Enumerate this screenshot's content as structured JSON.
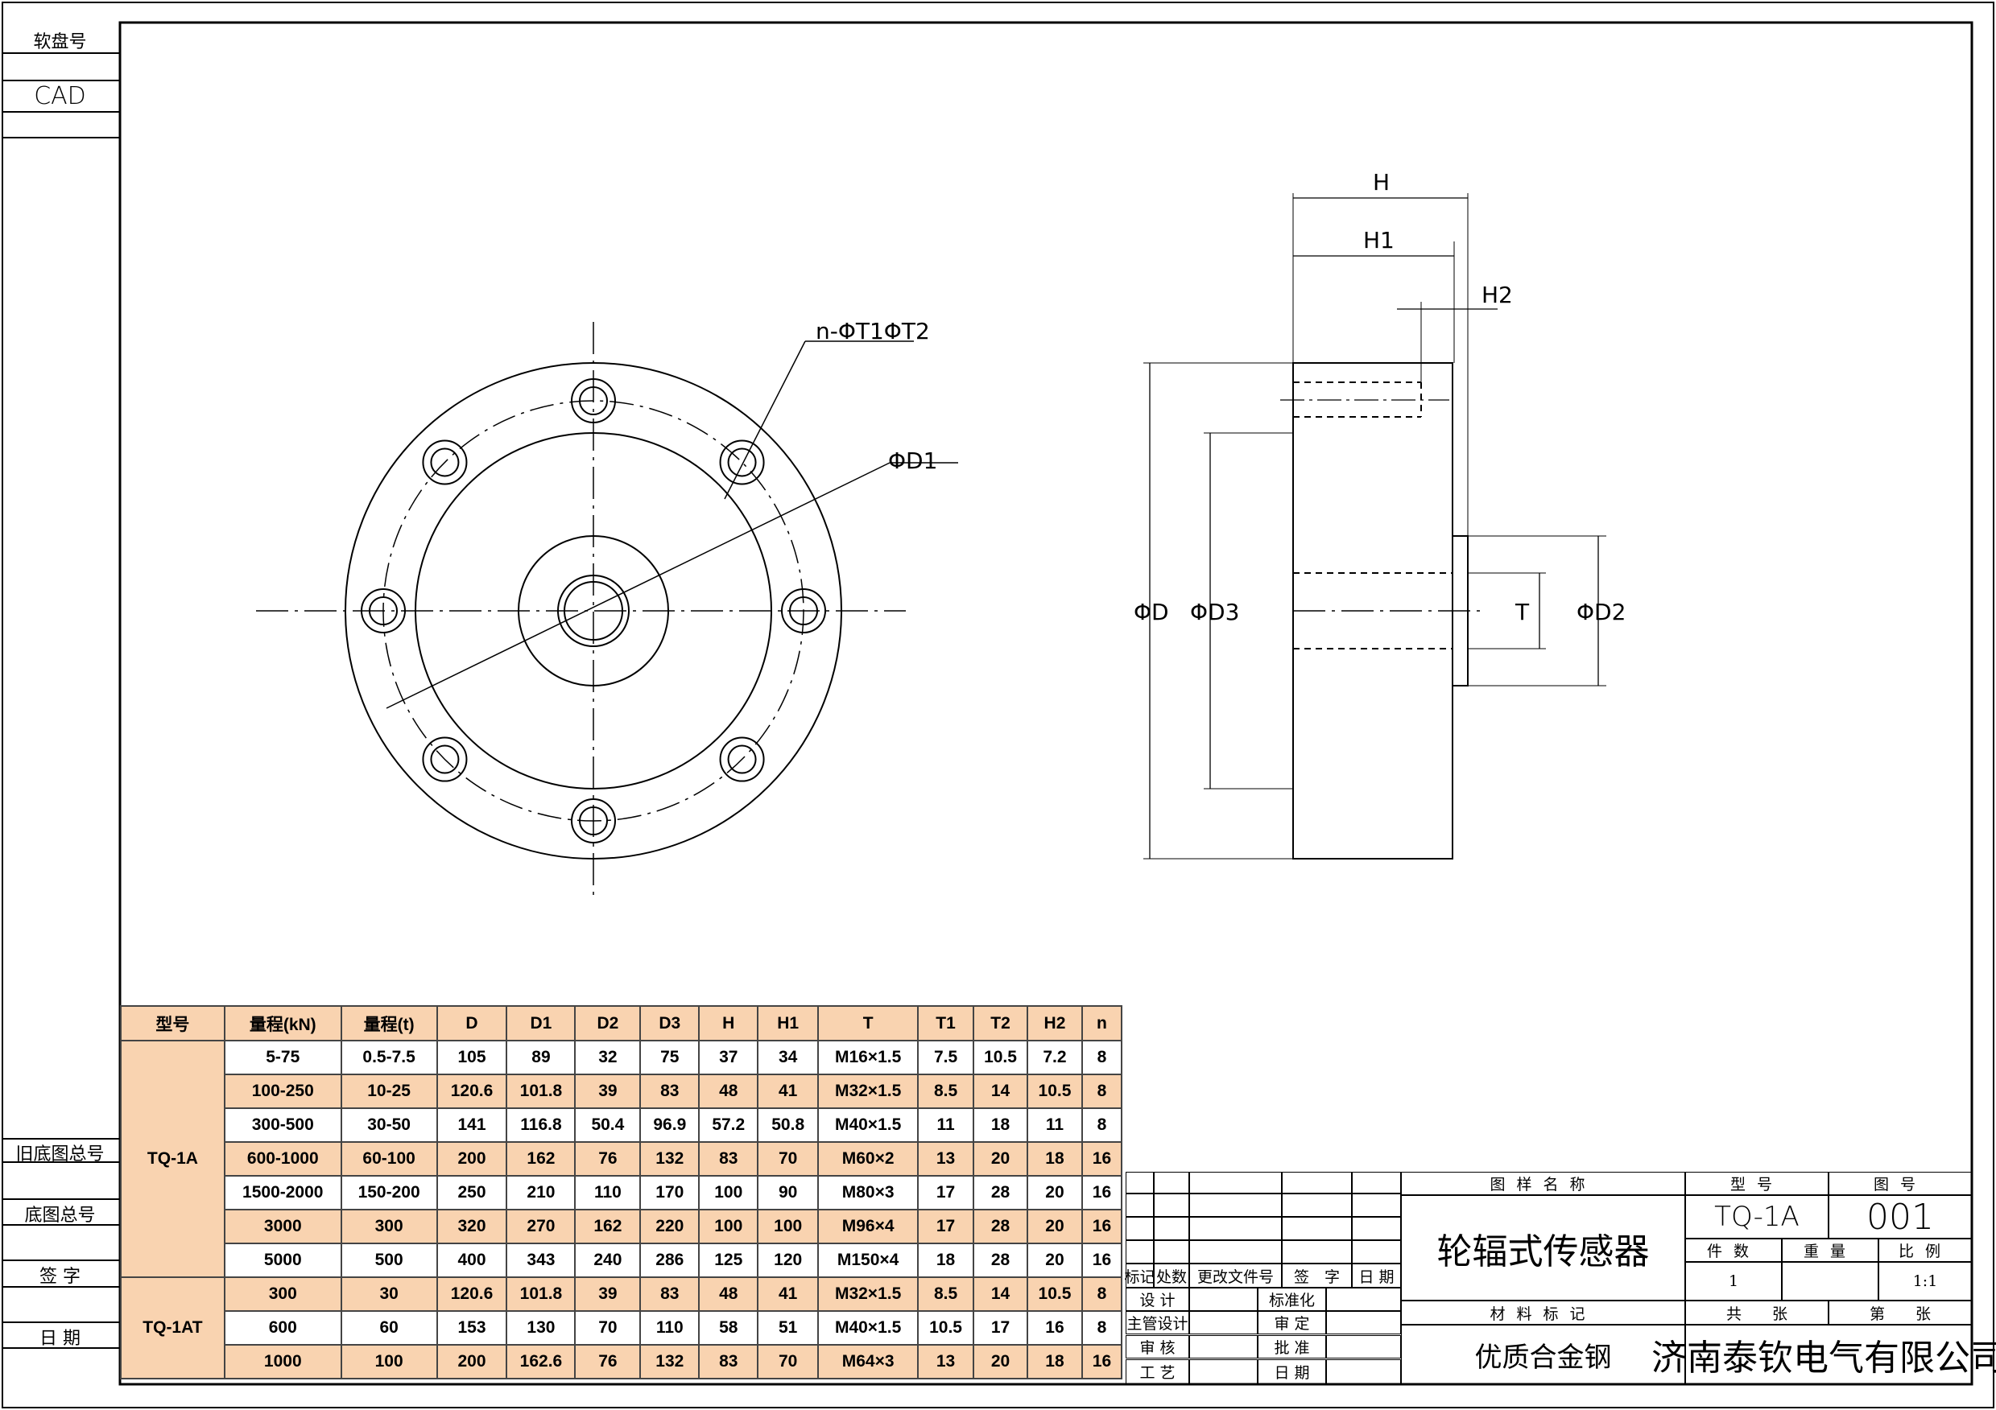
{
  "left_strip": {
    "disk_no": "软盘号",
    "cad": "CAD",
    "old_base_no": "旧底图总号",
    "base_no": "底图总号",
    "signature": "签 字",
    "date": "日 期"
  },
  "drawing": {
    "labels": {
      "holes": "n-ΦT1ΦT2",
      "d1": "ΦD1",
      "h": "H",
      "h1": "H1",
      "h2": "H2",
      "d": "ΦD",
      "d3": "ΦD3",
      "t": "T",
      "d2": "ΦD2"
    }
  },
  "spec_table": {
    "headers": [
      "型号",
      "量程(kN)",
      "量程(t)",
      "D",
      "D1",
      "D2",
      "D3",
      "H",
      "H1",
      "T",
      "T1",
      "T2",
      "H2",
      "n"
    ],
    "groups": [
      {
        "model": "TQ-1A",
        "rows": [
          [
            "5-75",
            "0.5-7.5",
            "105",
            "89",
            "32",
            "75",
            "37",
            "34",
            "M16×1.5",
            "7.5",
            "10.5",
            "7.2",
            "8"
          ],
          [
            "100-250",
            "10-25",
            "120.6",
            "101.8",
            "39",
            "83",
            "48",
            "41",
            "M32×1.5",
            "8.5",
            "14",
            "10.5",
            "8"
          ],
          [
            "300-500",
            "30-50",
            "141",
            "116.8",
            "50.4",
            "96.9",
            "57.2",
            "50.8",
            "M40×1.5",
            "11",
            "18",
            "11",
            "8"
          ],
          [
            "600-1000",
            "60-100",
            "200",
            "162",
            "76",
            "132",
            "83",
            "70",
            "M60×2",
            "13",
            "20",
            "18",
            "16"
          ],
          [
            "1500-2000",
            "150-200",
            "250",
            "210",
            "110",
            "170",
            "100",
            "90",
            "M80×3",
            "17",
            "28",
            "20",
            "16"
          ],
          [
            "3000",
            "300",
            "320",
            "270",
            "162",
            "220",
            "100",
            "100",
            "M96×4",
            "17",
            "28",
            "20",
            "16"
          ],
          [
            "5000",
            "500",
            "400",
            "343",
            "240",
            "286",
            "125",
            "120",
            "M150×4",
            "18",
            "28",
            "20",
            "16"
          ]
        ]
      },
      {
        "model": "TQ-1AT",
        "rows": [
          [
            "300",
            "30",
            "120.6",
            "101.8",
            "39",
            "83",
            "48",
            "41",
            "M32×1.5",
            "8.5",
            "14",
            "10.5",
            "8"
          ],
          [
            "600",
            "60",
            "153",
            "130",
            "70",
            "110",
            "58",
            "51",
            "M40×1.5",
            "10.5",
            "17",
            "16",
            "8"
          ],
          [
            "1000",
            "100",
            "200",
            "162.6",
            "76",
            "132",
            "83",
            "70",
            "M64×3",
            "13",
            "20",
            "18",
            "16"
          ]
        ]
      }
    ]
  },
  "title_block": {
    "revision_headers": [
      "标记",
      "处数",
      "更改文件号",
      "签　字",
      "日 期"
    ],
    "roles": [
      "设 计",
      "主管设计",
      "审 核",
      "工 艺"
    ],
    "approvals": [
      "标准化",
      "审 定",
      "批 准",
      "日 期"
    ],
    "drawing_name_label": "图样名称",
    "drawing_name": "轮辐式传感器",
    "model_label": "型号",
    "model": "TQ-1A",
    "drawing_no_label": "图号",
    "drawing_no": "001",
    "quantity_label": "件数",
    "quantity": "1",
    "weight_label": "重量",
    "scale_label": "比例",
    "scale": "1:1",
    "material_label": "材料标记",
    "material": "优质合金钢",
    "total_sheets_label": "共　　张",
    "sheet_label": "第　　张",
    "company": "济南泰钦电气有限公司"
  }
}
